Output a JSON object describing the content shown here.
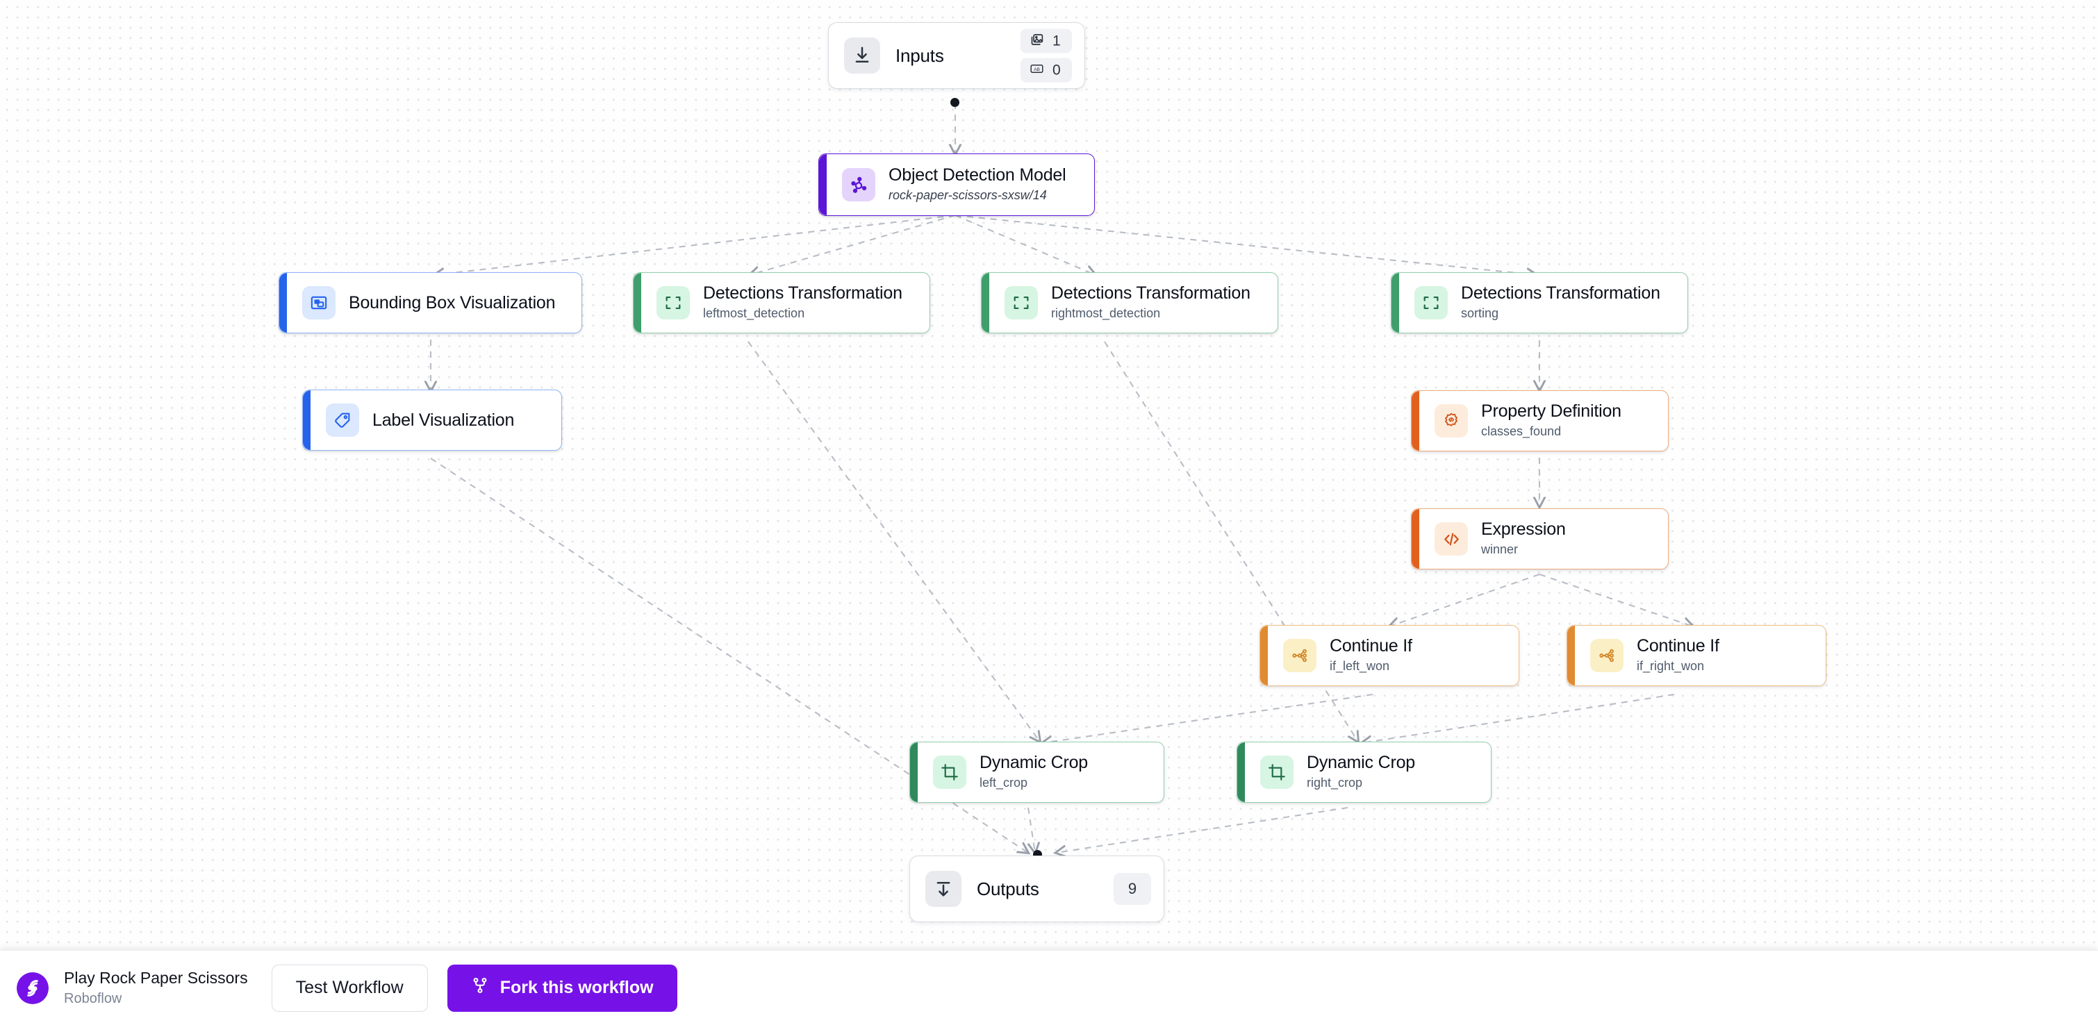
{
  "canvas": {
    "grid": "dot-grid",
    "background": "#fefefe"
  },
  "nodes": {
    "inputs": {
      "title": "Inputs",
      "icon": "download-into-tray-icon",
      "badges": [
        {
          "icon": "image-icon",
          "value": "1"
        },
        {
          "icon": "text-ab-icon",
          "value": "0"
        }
      ]
    },
    "model": {
      "title": "Object Detection Model",
      "subtitle": "rock-paper-scissors-sxsw/14",
      "icon": "model-nodes-icon",
      "accent": "#5b15d6",
      "icon_bg": "#e4d4fb",
      "icon_fg": "#5b15d6"
    },
    "bbox_viz": {
      "title": "Bounding Box Visualization",
      "subtitle": "",
      "icon": "bounding-box-icon",
      "accent": "#2563eb",
      "icon_bg": "#dbe8fe",
      "icon_fg": "#2563eb"
    },
    "label_viz": {
      "title": "Label Visualization",
      "subtitle": "",
      "icon": "tag-icon",
      "accent": "#2563eb",
      "icon_bg": "#dbe8fe",
      "icon_fg": "#2563eb"
    },
    "dt_left": {
      "title": "Detections Transformation",
      "subtitle": "leftmost_detection",
      "icon": "crop-corners-icon",
      "accent": "#3f9e6b",
      "icon_bg": "#d6f5e2",
      "icon_fg": "#1f6b45"
    },
    "dt_right": {
      "title": "Detections Transformation",
      "subtitle": "rightmost_detection",
      "icon": "crop-corners-icon",
      "accent": "#3f9e6b",
      "icon_bg": "#d6f5e2",
      "icon_fg": "#1f6b45"
    },
    "dt_sort": {
      "title": "Detections Transformation",
      "subtitle": "sorting",
      "icon": "crop-corners-icon",
      "accent": "#3f9e6b",
      "icon_bg": "#d6f5e2",
      "icon_fg": "#1f6b45"
    },
    "prop_def": {
      "title": "Property Definition",
      "subtitle": "classes_found",
      "icon": "gear-code-icon",
      "accent": "#e2601d",
      "icon_bg": "#fdecdc",
      "icon_fg": "#d2541a"
    },
    "expression": {
      "title": "Expression",
      "subtitle": "winner",
      "icon": "code-brackets-icon",
      "accent": "#e2601d",
      "icon_bg": "#fdecdc",
      "icon_fg": "#d2541a"
    },
    "cont_left": {
      "title": "Continue If",
      "subtitle": "if_left_won",
      "icon": "branch-nodes-icon",
      "accent": "#e08a32",
      "icon_bg": "#fbefc6",
      "icon_fg": "#d4892c"
    },
    "cont_right": {
      "title": "Continue If",
      "subtitle": "if_right_won",
      "icon": "branch-nodes-icon",
      "accent": "#e08a32",
      "icon_bg": "#fbefc6",
      "icon_fg": "#d4892c"
    },
    "crop_left": {
      "title": "Dynamic Crop",
      "subtitle": "left_crop",
      "icon": "crop-icon",
      "accent": "#2f8a5b",
      "icon_bg": "#d6f5e2",
      "icon_fg": "#1f6b45"
    },
    "crop_right": {
      "title": "Dynamic Crop",
      "subtitle": "right_crop",
      "icon": "crop-icon",
      "accent": "#2f8a5b",
      "icon_bg": "#d6f5e2",
      "icon_fg": "#1f6b45"
    },
    "outputs": {
      "title": "Outputs",
      "icon": "download-out-icon",
      "badge": "9"
    }
  },
  "bottom_bar": {
    "logo": "roboflow-logo-icon",
    "workflow_name": "Play Rock Paper Scissors",
    "workspace": "Roboflow",
    "test_label": "Test Workflow",
    "fork_label": "Fork this workflow",
    "fork_icon": "git-fork-icon",
    "fork_color": "#7612e8"
  }
}
